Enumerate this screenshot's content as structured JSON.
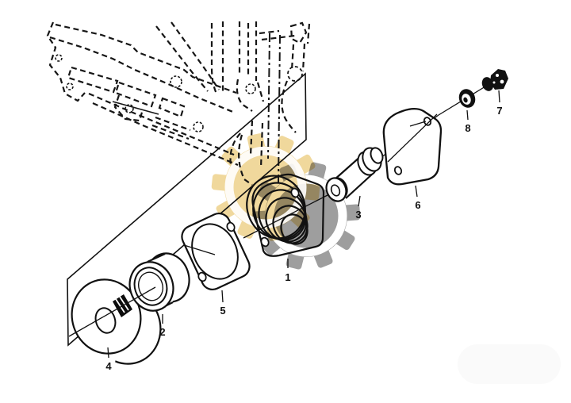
{
  "diagram": {
    "callouts": [
      "1",
      "2",
      "3",
      "4",
      "5",
      "6",
      "7",
      "8"
    ],
    "colors": {
      "line": "#111111",
      "background": "#ffffff",
      "watermark_gear_yellow": "#F0D89C",
      "watermark_gear_gray": "#9E9E9E",
      "watermark_hub_ring": "#ffffff"
    }
  }
}
